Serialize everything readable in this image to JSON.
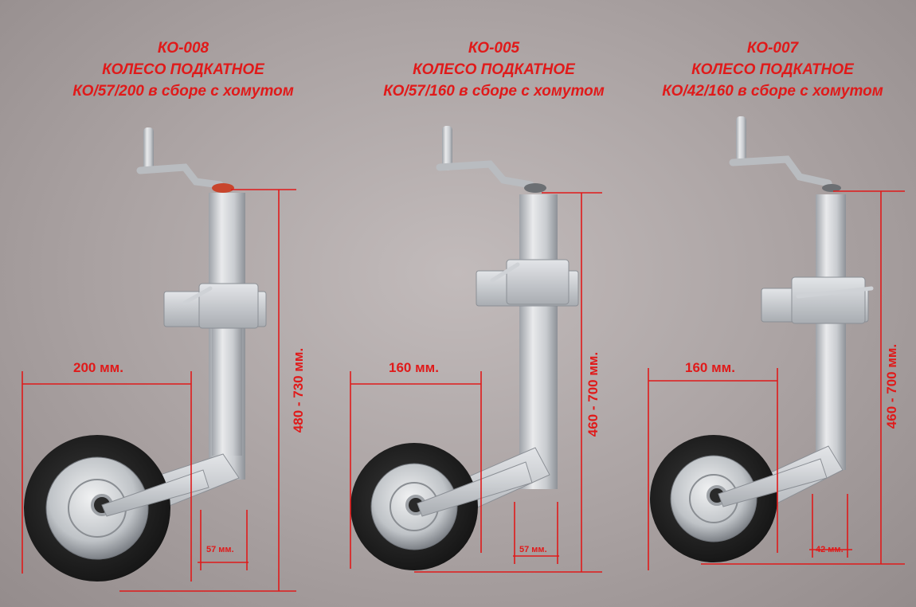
{
  "products": [
    {
      "code": "КО-008",
      "name": "КОЛЕСО ПОДКАТНОЕ",
      "spec": "КО/57/200 в сборе с хомутом",
      "wheel_diameter": "200 мм.",
      "height_range": "480  -  730 мм.",
      "tube_width": "57 мм."
    },
    {
      "code": "КО-005",
      "name": "КОЛЕСО ПОДКАТНОЕ",
      "spec": "КО/57/160 в сборе с хомутом",
      "wheel_diameter": "160 мм.",
      "height_range": "460  -  700 мм.",
      "tube_width": "57 мм."
    },
    {
      "code": "КО-007",
      "name": "КОЛЕСО ПОДКАТНОЕ",
      "spec": "КО/42/160 в сборе с хомутом",
      "wheel_diameter": "160 мм.",
      "height_range": "460  -  700 мм.",
      "tube_width": "42 мм."
    }
  ],
  "colors": {
    "text_accent": "#e01a1a",
    "background": "#aaa2a2",
    "metal": "#d4d6d9",
    "tire": "#1e1e1e"
  }
}
